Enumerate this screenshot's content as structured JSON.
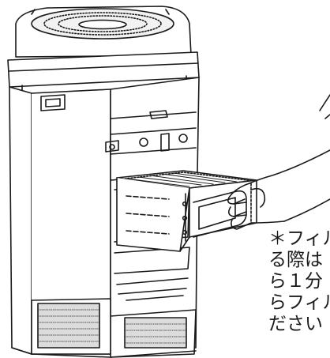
{
  "note": {
    "lines": [
      "＊フィル",
      "る際は",
      "ら１分",
      "らフィル",
      "ださい"
    ]
  }
}
